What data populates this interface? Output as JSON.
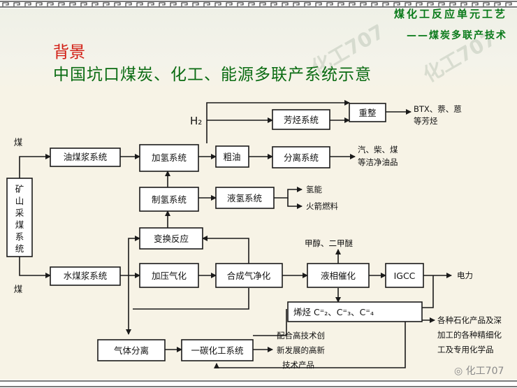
{
  "header": {
    "course_title": "煤化工反应单元工艺",
    "course_subtitle": "——煤炭多联产技术",
    "section_label": "背景",
    "slide_title": "中国坑口煤炭、化工、能源多联产系统示意",
    "watermark": "化工707"
  },
  "diagram": {
    "nodes": {
      "mining": "矿山采煤系统",
      "oil_coal_slurry": "油煤浆系统",
      "hydrogenation": "加氢系统",
      "crude_oil": "粗油",
      "separation": "分离系统",
      "aromatics": "芳烃系统",
      "reforming": "重整",
      "h2_production": "制氢系统",
      "liquid_h2": "液氢系统",
      "shift_reaction": "变换反应",
      "water_coal_slurry": "水煤浆系统",
      "pressurized_gasification": "加压气化",
      "syngas_purification": "合成气净化",
      "liquid_phase_catalysis": "液相催化",
      "igcc": "IGCC",
      "olefins": "烯烃 C⁼₂、C⁼₃、C⁼₄",
      "gas_separation": "气体分离",
      "c1_chemical": "一碳化工系统"
    },
    "labels": {
      "coal_top": "煤",
      "coal_bottom": "煤",
      "h2": "H₂",
      "btx": "BTX、萘、蒽",
      "btx_2": "等芳烃",
      "clean_oil": "汽、柴、煤",
      "clean_oil_2": "等洁净油品",
      "hydrogen_energy": "氢能",
      "rocket_fuel": "火箭燃料",
      "methanol_dme": "甲醇、二甲醚",
      "electricity": "电力",
      "petrochem": "各种石化产品及深",
      "petrochem_2": "加工的各种精细化",
      "petrochem_3": "工及专用化学品",
      "hitech": "配合高技术创",
      "hitech_2": "新发展的高新",
      "hitech_3": "技术产品"
    }
  },
  "footer": {
    "logo_text": "化工707"
  }
}
